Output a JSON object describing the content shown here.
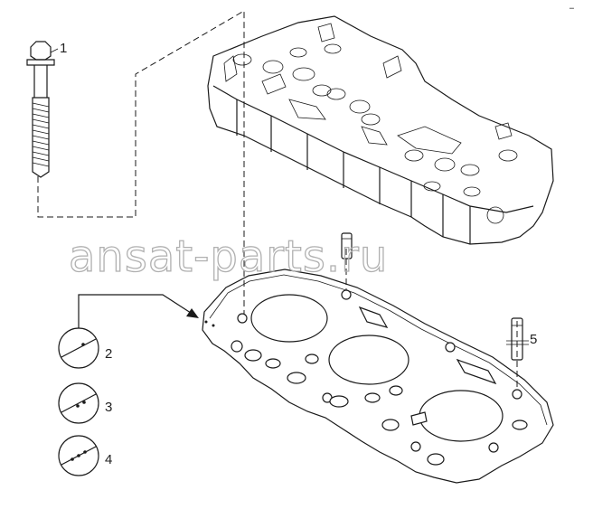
{
  "callouts": [
    {
      "id": "1"
    },
    {
      "id": "2"
    },
    {
      "id": "3"
    },
    {
      "id": "4"
    },
    {
      "id": "5"
    }
  ],
  "watermark": "ansat-parts.ru",
  "corner_mark": "━"
}
